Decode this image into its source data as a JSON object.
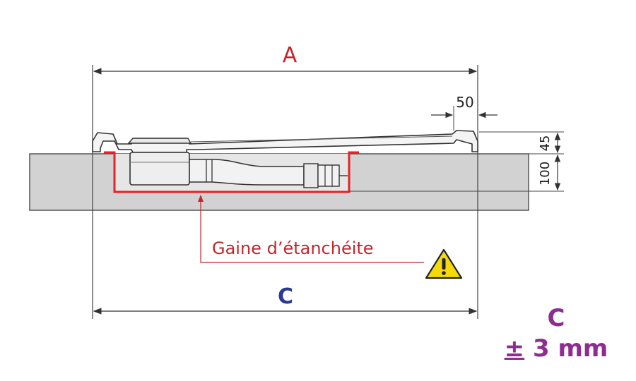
{
  "labels": {
    "dim_a": "A",
    "dim_c": "C",
    "dim_50": "50",
    "dim_45": "45",
    "dim_100": "100",
    "sleeve": "Gaine d’étanchéite"
  },
  "tolerance": {
    "letter": "C",
    "plus_minus": "±",
    "value": "3 mm"
  },
  "icons": {
    "warning": "warning-triangle-icon"
  },
  "colors": {
    "dimension_a": "#c0272d",
    "dimension_c": "#2b3990",
    "sleeve_line": "#e4232a",
    "sleeve_label": "#c0272d",
    "tolerance": "#8e2c91",
    "floor": "#d2d2d2",
    "warning": "#f5d90a"
  }
}
